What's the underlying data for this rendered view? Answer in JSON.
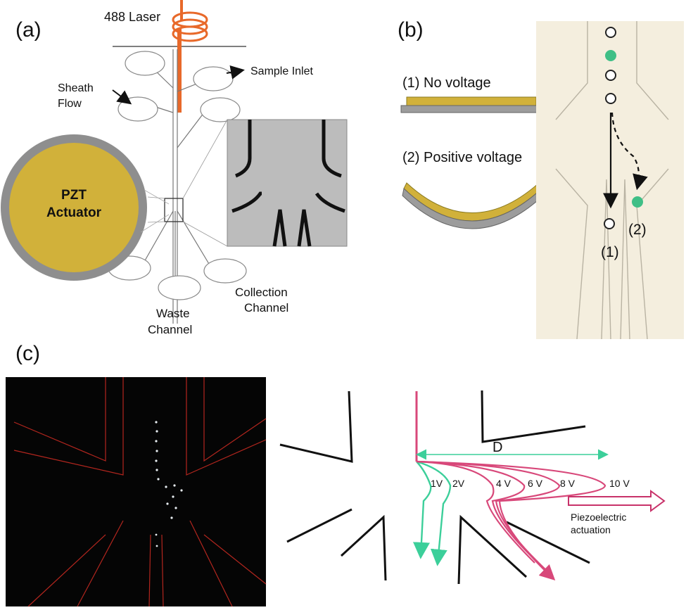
{
  "panel_a": {
    "panel_label": "(a)",
    "laser_label": "488 Laser",
    "sample_inlet_label": "Sample Inlet",
    "sheath_line1": "Sheath",
    "sheath_line2": "Flow",
    "pzt_line1": "PZT",
    "pzt_line2": "Actuator",
    "collection_line1": "Collection",
    "collection_line2": "Channel",
    "waste_line1": "Waste",
    "waste_line2": "Channel"
  },
  "panel_b": {
    "panel_label": "(b)",
    "state1_label": "(1)  No voltage",
    "state2_label": "(2)  Positive voltage",
    "path1_label": "(1)",
    "path2_label": "(2)"
  },
  "panel_c": {
    "panel_label": "(c)",
    "distance_label": "D",
    "voltage_labels": [
      "1V",
      "2V",
      "4 V",
      "6 V",
      "8 V",
      "10 V"
    ],
    "actuation_line1": "Piezoelectric",
    "actuation_line2": "actuation"
  },
  "colors": {
    "laser": "#e8692a",
    "pzt_fill": "#d1b13a",
    "pzt_ring": "#8e8e8e",
    "cell_green": "#3fbf86",
    "deflection_red": "#d8487a",
    "deflection_green": "#3ccf9a",
    "dark_panel": "#050505",
    "channel_red": "#b3261e"
  }
}
